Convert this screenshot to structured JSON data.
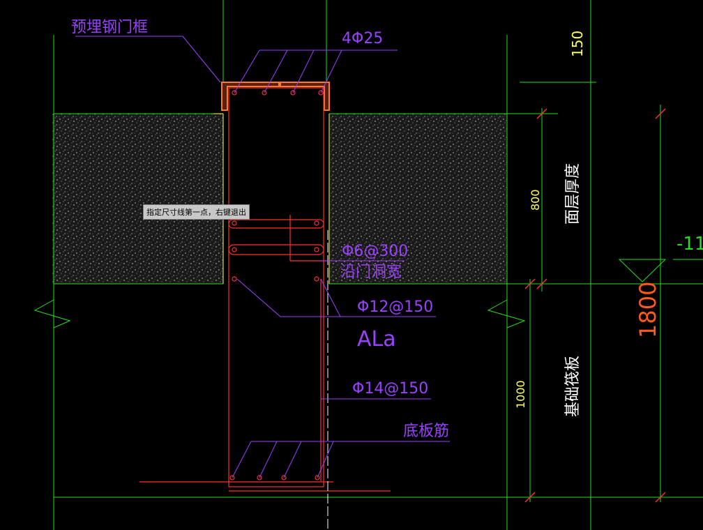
{
  "drawing": {
    "labels": {
      "embedded_frame": "预埋钢门框",
      "top_rebar": "4Φ25",
      "stirrup": "Φ6@300",
      "door_width": "沿门洞宽",
      "side_rebar": "Φ12@150",
      "anchor": "ALa",
      "main_rebar": "Φ14@150",
      "bottom_rebar": "底板筋",
      "dim_150": "150",
      "dim_800": "800",
      "surface_layer": "面层厚度",
      "elevation": "-11",
      "dim_1800": "1800",
      "dim_1000": "1000",
      "raft": "基础筏板"
    },
    "colors": {
      "green": "#20e020",
      "purple": "#9a40ff",
      "red": "#ff3030",
      "orange": "#ff5a1e",
      "yellow": "#ffff60",
      "white": "#ffffff",
      "hatch": "#1a1a1a"
    }
  },
  "tooltip": {
    "text": "指定尺寸线第一点，右键退出"
  }
}
